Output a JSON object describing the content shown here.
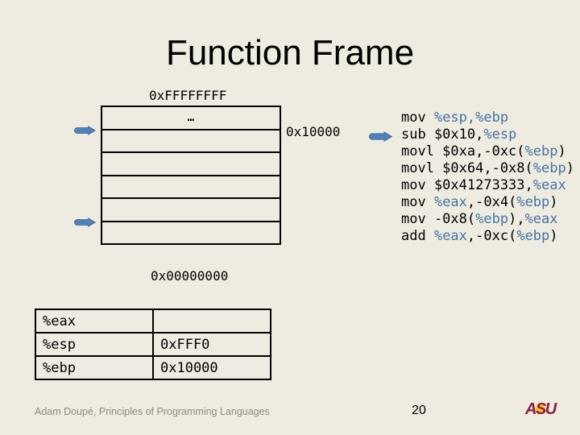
{
  "slide": {
    "title": "Function Frame",
    "footer": "Adam Doupé, Principles of Programming Languages",
    "page_number": "20",
    "logo_text": "ASU"
  },
  "colors": {
    "background": "#EEECE1",
    "arrow_blue": "#4F81BD",
    "register_blue": "#4673A3",
    "footer_gray": "#8B8B85",
    "asu_maroon": "#8C1D40",
    "asu_gold": "#FFC627"
  },
  "memory": {
    "top_address": "0xFFFFFFFF",
    "frame_address": "0x10000",
    "bottom_address": "0x00000000",
    "stack_rows": [
      "…",
      "",
      "",
      "",
      "",
      ""
    ]
  },
  "code": {
    "lines": [
      {
        "parts": [
          {
            "t": "mov ",
            "c": "p"
          },
          {
            "t": "%esp,%ebp",
            "c": "r"
          }
        ]
      },
      {
        "parts": [
          {
            "t": "sub $0x10,",
            "c": "p"
          },
          {
            "t": "%esp",
            "c": "r"
          }
        ]
      },
      {
        "parts": [
          {
            "t": "movl $0xa,-0xc(",
            "c": "p"
          },
          {
            "t": "%ebp",
            "c": "r"
          },
          {
            "t": ")",
            "c": "p"
          }
        ]
      },
      {
        "parts": [
          {
            "t": "movl $0x64,-0x8(",
            "c": "p"
          },
          {
            "t": "%ebp",
            "c": "r"
          },
          {
            "t": ")",
            "c": "p"
          }
        ]
      },
      {
        "parts": [
          {
            "t": "mov $0x41273333,",
            "c": "p"
          },
          {
            "t": "%eax",
            "c": "r"
          }
        ]
      },
      {
        "parts": [
          {
            "t": "mov ",
            "c": "p"
          },
          {
            "t": "%eax",
            "c": "r"
          },
          {
            "t": ",-0x4(",
            "c": "p"
          },
          {
            "t": "%ebp",
            "c": "r"
          },
          {
            "t": ")",
            "c": "p"
          }
        ]
      },
      {
        "parts": [
          {
            "t": "mov -0x8(",
            "c": "p"
          },
          {
            "t": "%ebp",
            "c": "r"
          },
          {
            "t": "),",
            "c": "p"
          },
          {
            "t": "%eax",
            "c": "r"
          }
        ]
      },
      {
        "parts": [
          {
            "t": "add ",
            "c": "p"
          },
          {
            "t": "%eax",
            "c": "r"
          },
          {
            "t": ",-0xc(",
            "c": "p"
          },
          {
            "t": "%ebp",
            "c": "r"
          },
          {
            "t": ")",
            "c": "p"
          }
        ]
      }
    ]
  },
  "registers": {
    "rows": [
      {
        "name": "%eax",
        "value": ""
      },
      {
        "name": "%esp",
        "value": "0xFFF0"
      },
      {
        "name": "%ebp",
        "value": "0x10000"
      }
    ]
  }
}
